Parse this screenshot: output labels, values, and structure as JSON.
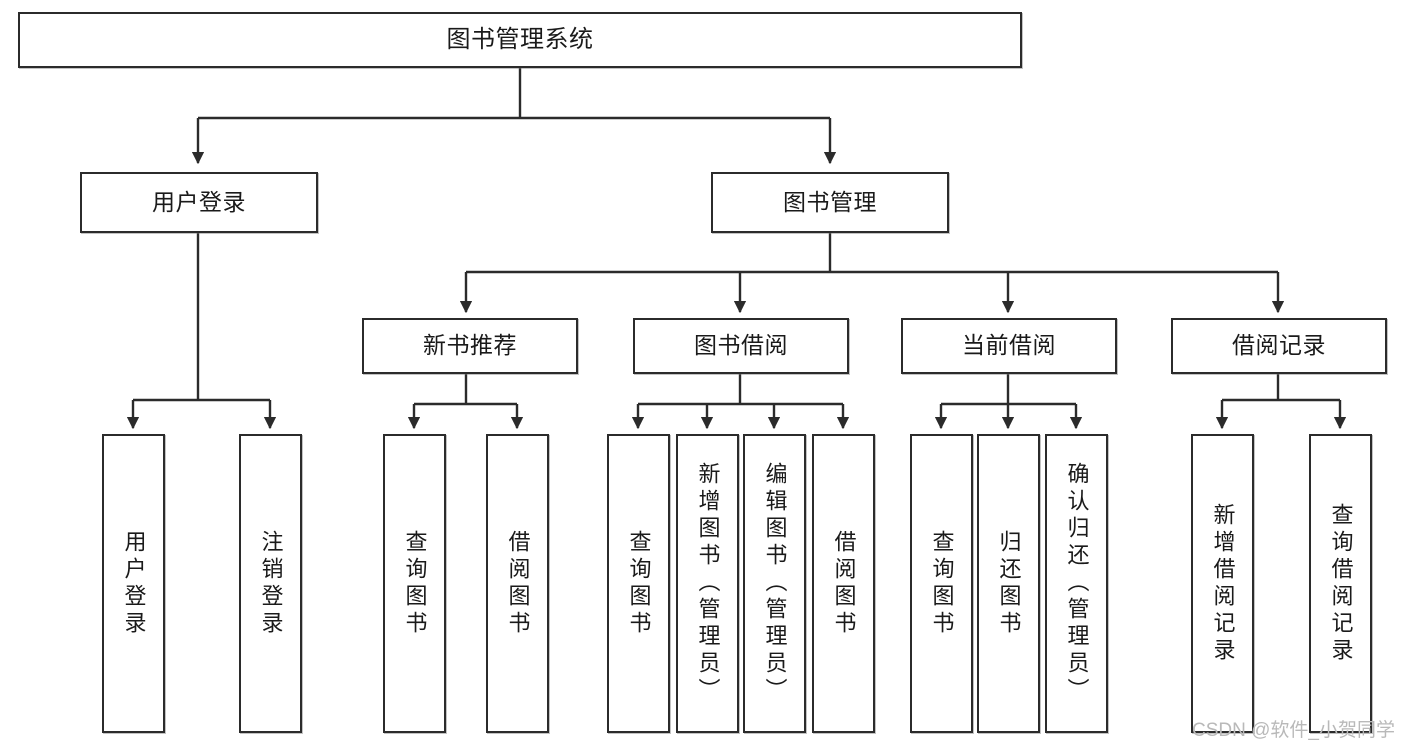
{
  "diagram": {
    "title": "图书管理系统",
    "type": "tree",
    "background": "#ffffff",
    "line_color": "#2b2b2b",
    "node_fill": "#ffffff",
    "text_color": "#1a1a1a"
  },
  "nodes": {
    "root": {
      "label": "图书管理系统"
    },
    "level2": [
      {
        "label": "用户登录"
      },
      {
        "label": "图书管理"
      }
    ],
    "level3": [
      {
        "label": "新书推荐"
      },
      {
        "label": "图书借阅"
      },
      {
        "label": "当前借阅"
      },
      {
        "label": "借阅记录"
      }
    ],
    "leaves": {
      "user_login": [
        {
          "label": "用户登录"
        },
        {
          "label": "注销登录"
        }
      ],
      "new_book": [
        {
          "label": "查询图书"
        },
        {
          "label": "借阅图书"
        }
      ],
      "book_borrow": [
        {
          "label": "查询图书"
        },
        {
          "label": "新增图书（管理员）"
        },
        {
          "label": "编辑图书（管理员）"
        },
        {
          "label": "借阅图书"
        }
      ],
      "current_borrow": [
        {
          "label": "查询图书"
        },
        {
          "label": "归还图书"
        },
        {
          "label": "确认归还（管理员）"
        }
      ],
      "borrow_record": [
        {
          "label": "新增借阅记录"
        },
        {
          "label": "查询借阅记录"
        }
      ]
    }
  },
  "watermark": {
    "text": "CSDN @软件_小贺同学"
  }
}
